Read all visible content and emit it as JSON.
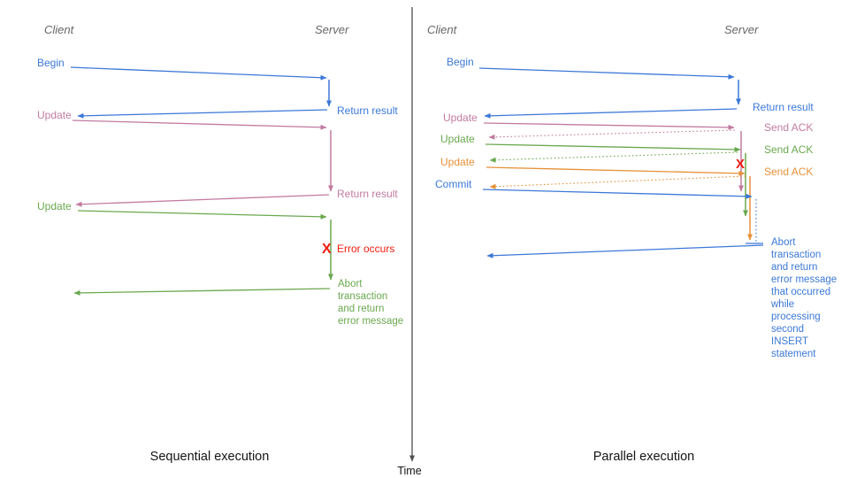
{
  "palette": {
    "blue": "#3c78d8",
    "pink": "#c27ba0",
    "green": "#6aa84f",
    "orange": "#e69138",
    "red": "#f01c0f",
    "header_gray": "#666666",
    "axis_gray": "#4d4d4d",
    "title_black": "#141414"
  },
  "left": {
    "client_header": "Client",
    "server_header": "Server",
    "begin_label": "Begin",
    "return_result_1_label": "Return result",
    "update_1_label": "Update",
    "return_result_2_label": "Return result",
    "update_2_label": "Update",
    "error_mark": "X",
    "error_label": "Error occurs",
    "abort_lines": [
      "Abort",
      "transaction",
      "and return",
      "error message"
    ],
    "title": "Sequential execution"
  },
  "right": {
    "client_header": "Client",
    "server_header": "Server",
    "begin_label": "Begin",
    "return_result_label": "Return result",
    "update_1_label": "Update",
    "send_ack_1_label": "Send ACK",
    "update_2_label": "Update",
    "send_ack_2_label": "Send ACK",
    "update_3_label": "Update",
    "send_ack_3_label": "Send ACK",
    "commit_label": "Commit",
    "error_mark": "X",
    "abort_lines": [
      "Abort",
      "transaction",
      "and return",
      "error message",
      "that occurred",
      "while",
      "processing",
      "second",
      "INSERT",
      "statement"
    ],
    "title": "Parallel execution"
  },
  "time_axis": {
    "label": "Time"
  }
}
